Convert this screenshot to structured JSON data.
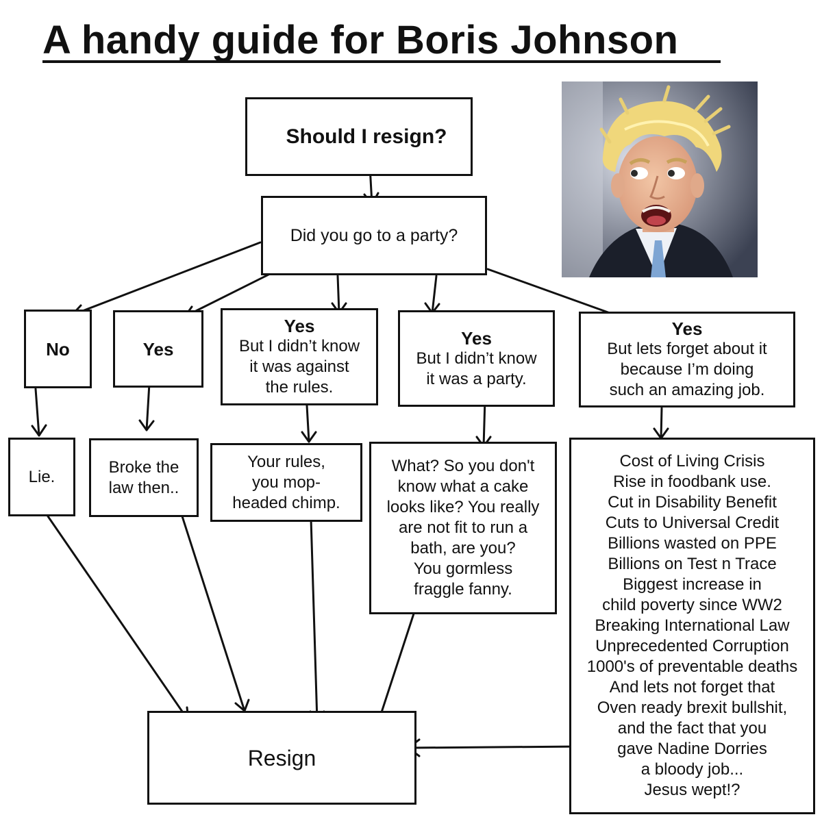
{
  "title": "A handy guide for Boris Johnson",
  "nodes": {
    "start": {
      "text": "Should I resign?"
    },
    "party": {
      "text": "Did you go to a party?"
    },
    "no": {
      "head": "No"
    },
    "yes": {
      "head": "Yes"
    },
    "yes_rules": {
      "head": "Yes",
      "text": "But I didn’t know\nit was against\nthe rules."
    },
    "yes_party": {
      "head": "Yes",
      "text": "But I didn’t know\nit was a party."
    },
    "yes_forget": {
      "head": "Yes",
      "text": "But lets forget about it\nbecause I’m doing\nsuch an amazing job."
    },
    "lie": {
      "text": "Lie."
    },
    "broke_law": {
      "text": "Broke the\nlaw then.."
    },
    "your_rules": {
      "text": "Your rules,\nyou mop-\nheaded chimp."
    },
    "cake": {
      "text": "What? So you don't\nknow what a cake\nlooks like? You really\nare not fit to run a\nbath, are you?\nYou gormless\nfraggle fanny."
    },
    "cost_list": {
      "text": "Cost of Living Crisis\nRise in foodbank use.\nCut in Disability Benefit\nCuts to Universal Credit\nBillions wasted on PPE\nBillions on Test n Trace\nBiggest increase in\nchild poverty since WW2\nBreaking International Law\nUnprecedented Corruption\n1000's of preventable deaths\nAnd lets not forget that\nOven ready brexit bullshit,\nand the fact that you\ngave Nadine Dorries\na bloody job...\nJesus wept!?"
    },
    "resign": {
      "text": "Resign"
    }
  },
  "colors": {
    "ink": "#111111",
    "background": "#ffffff"
  }
}
